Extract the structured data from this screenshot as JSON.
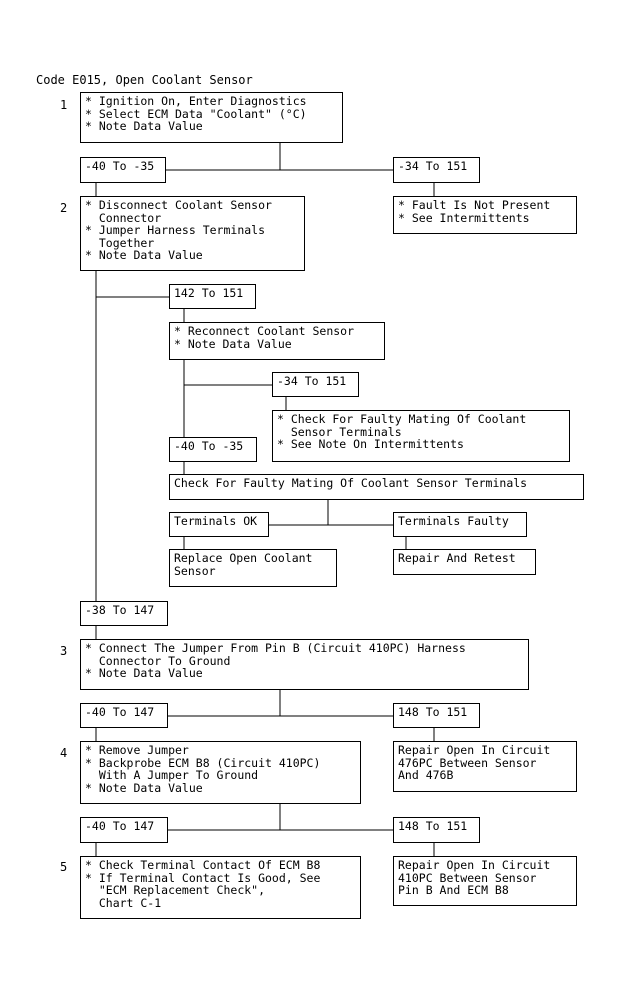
{
  "title": "Code E015, Open Coolant Sensor",
  "steps": [
    "1",
    "2",
    "3",
    "4",
    "5"
  ],
  "boxes": {
    "s1": [
      "* Ignition On, Enter Diagnostics",
      "* Select ECM Data \"Coolant\" (°C)",
      "* Note Data Value"
    ],
    "b1l": [
      "-40 To -35"
    ],
    "b1r": [
      "-34 To 151"
    ],
    "s2": [
      "* Disconnect Coolant Sensor",
      "  Connector",
      "* Jumper Harness Terminals",
      "  Together",
      "* Note Data Value"
    ],
    "fault": [
      "* Fault Is Not Present",
      "* See Intermittents"
    ],
    "r142": [
      "142 To 151"
    ],
    "reconnect": [
      "* Reconnect Coolant Sensor",
      "* Note Data Value"
    ],
    "r34b": [
      "-34 To 151"
    ],
    "checkmating1": [
      "* Check For Faulty Mating Of Coolant",
      "  Sensor Terminals",
      "* See Note On Intermittents"
    ],
    "r40b": [
      "-40 To -35"
    ],
    "checkmating2": [
      "Check For Faulty Mating Of Coolant Sensor Terminals"
    ],
    "termok": [
      "Terminals OK"
    ],
    "termfaulty": [
      "Terminals Faulty"
    ],
    "replace": [
      "Replace Open Coolant",
      "Sensor"
    ],
    "repair": [
      "Repair And Retest"
    ],
    "r38": [
      "-38 To 147"
    ],
    "s3": [
      "* Connect The Jumper From Pin B (Circuit 410PC) Harness",
      "  Connector To Ground",
      "* Note Data Value"
    ],
    "b3l": [
      "-40 To 147"
    ],
    "b3r": [
      "148 To 151"
    ],
    "s4": [
      "* Remove Jumper",
      "* Backprobe ECM B8 (Circuit 410PC)",
      "  With A Jumper To Ground",
      "* Note Data Value"
    ],
    "repair476": [
      "Repair Open In Circuit",
      "476PC Between Sensor",
      "And 476B"
    ],
    "b4l": [
      "-40 To 147"
    ],
    "b4r": [
      "148 To 151"
    ],
    "s5": [
      "* Check Terminal Contact Of ECM B8",
      "* If Terminal Contact Is Good, See",
      "  \"ECM Replacement Check\",",
      "  Chart C-1"
    ],
    "repair410": [
      "Repair Open In Circuit",
      "410PC Between Sensor",
      "Pin B And ECM B8"
    ]
  }
}
